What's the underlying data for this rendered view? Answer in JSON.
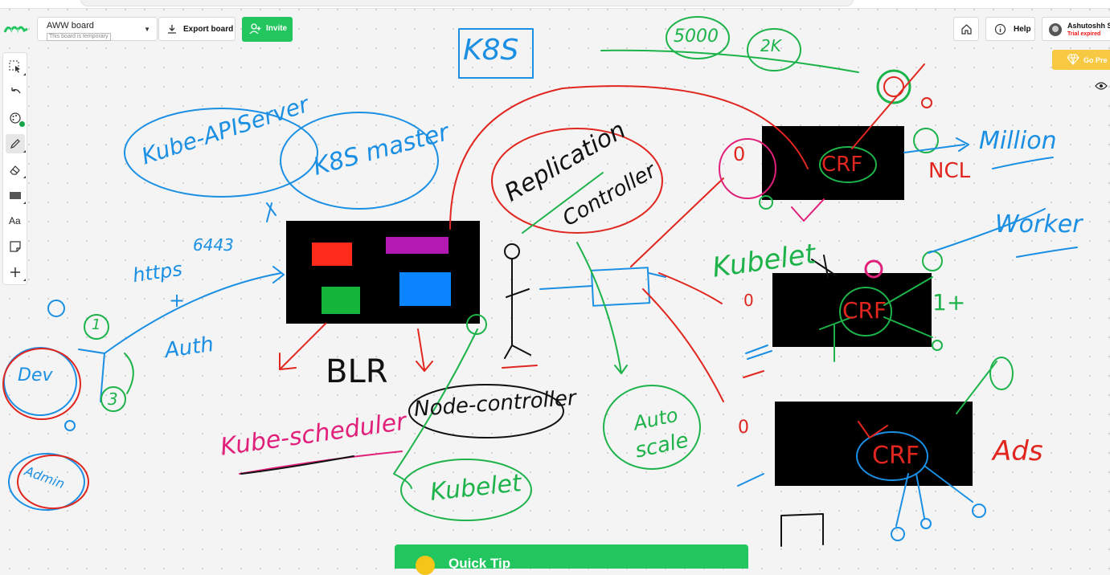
{
  "header": {
    "logo": "AWW",
    "board_title": "AWW board",
    "board_subtitle": "This board is temporary",
    "export_label": "Export board",
    "invite_label": "Invite",
    "help_label": "Help",
    "user_name": "Ashutoshh Si",
    "user_status": "Trial expired",
    "gopro_label": "Go Pre"
  },
  "toolbar": {
    "tools": [
      "select-icon",
      "undo-icon",
      "palette-icon",
      "pen-icon",
      "eraser-icon",
      "shape-icon",
      "text-icon",
      "sticky-note-icon",
      "add-icon"
    ],
    "text_tool_label": "Aa",
    "active_tool": "pen-icon"
  },
  "sketch": {
    "k8s": "K8S",
    "n5000": "5000",
    "n2k": "2K",
    "kube_apiserver": "Kube-APIServer",
    "k8s_master": "K8S master",
    "https": "https",
    "port": "6443",
    "plus": "+",
    "auth": "Auth",
    "dev": "Dev",
    "admin": "Admin",
    "one": "1",
    "three": "3",
    "blr": "BLR",
    "kube_scheduler": "Kube-scheduler",
    "node_controller": "Node-controller",
    "kubelet_bottom": "Kubelet",
    "replication": "Replication",
    "controller": "Controller",
    "kubelet_right": "Kubelet",
    "autoscale_1": "Auto",
    "autoscale_2": "scale",
    "crf_1": "CRF",
    "crf_2": "CRF",
    "crf_3": "CRF",
    "million": "Million",
    "ncl": "NCL",
    "worker": "Worker",
    "one_plus": "1+",
    "ads": "Ads",
    "o_label": "0"
  },
  "colors": {
    "accent_green": "#22c55e",
    "pen_blue": "#1a8fe3",
    "pen_red": "#e0261f",
    "pen_green": "#1db34a",
    "pen_magenta": "#e0207a",
    "gopro_yellow": "#f7c842"
  },
  "quicktip": {
    "label": "Quick Tip"
  }
}
